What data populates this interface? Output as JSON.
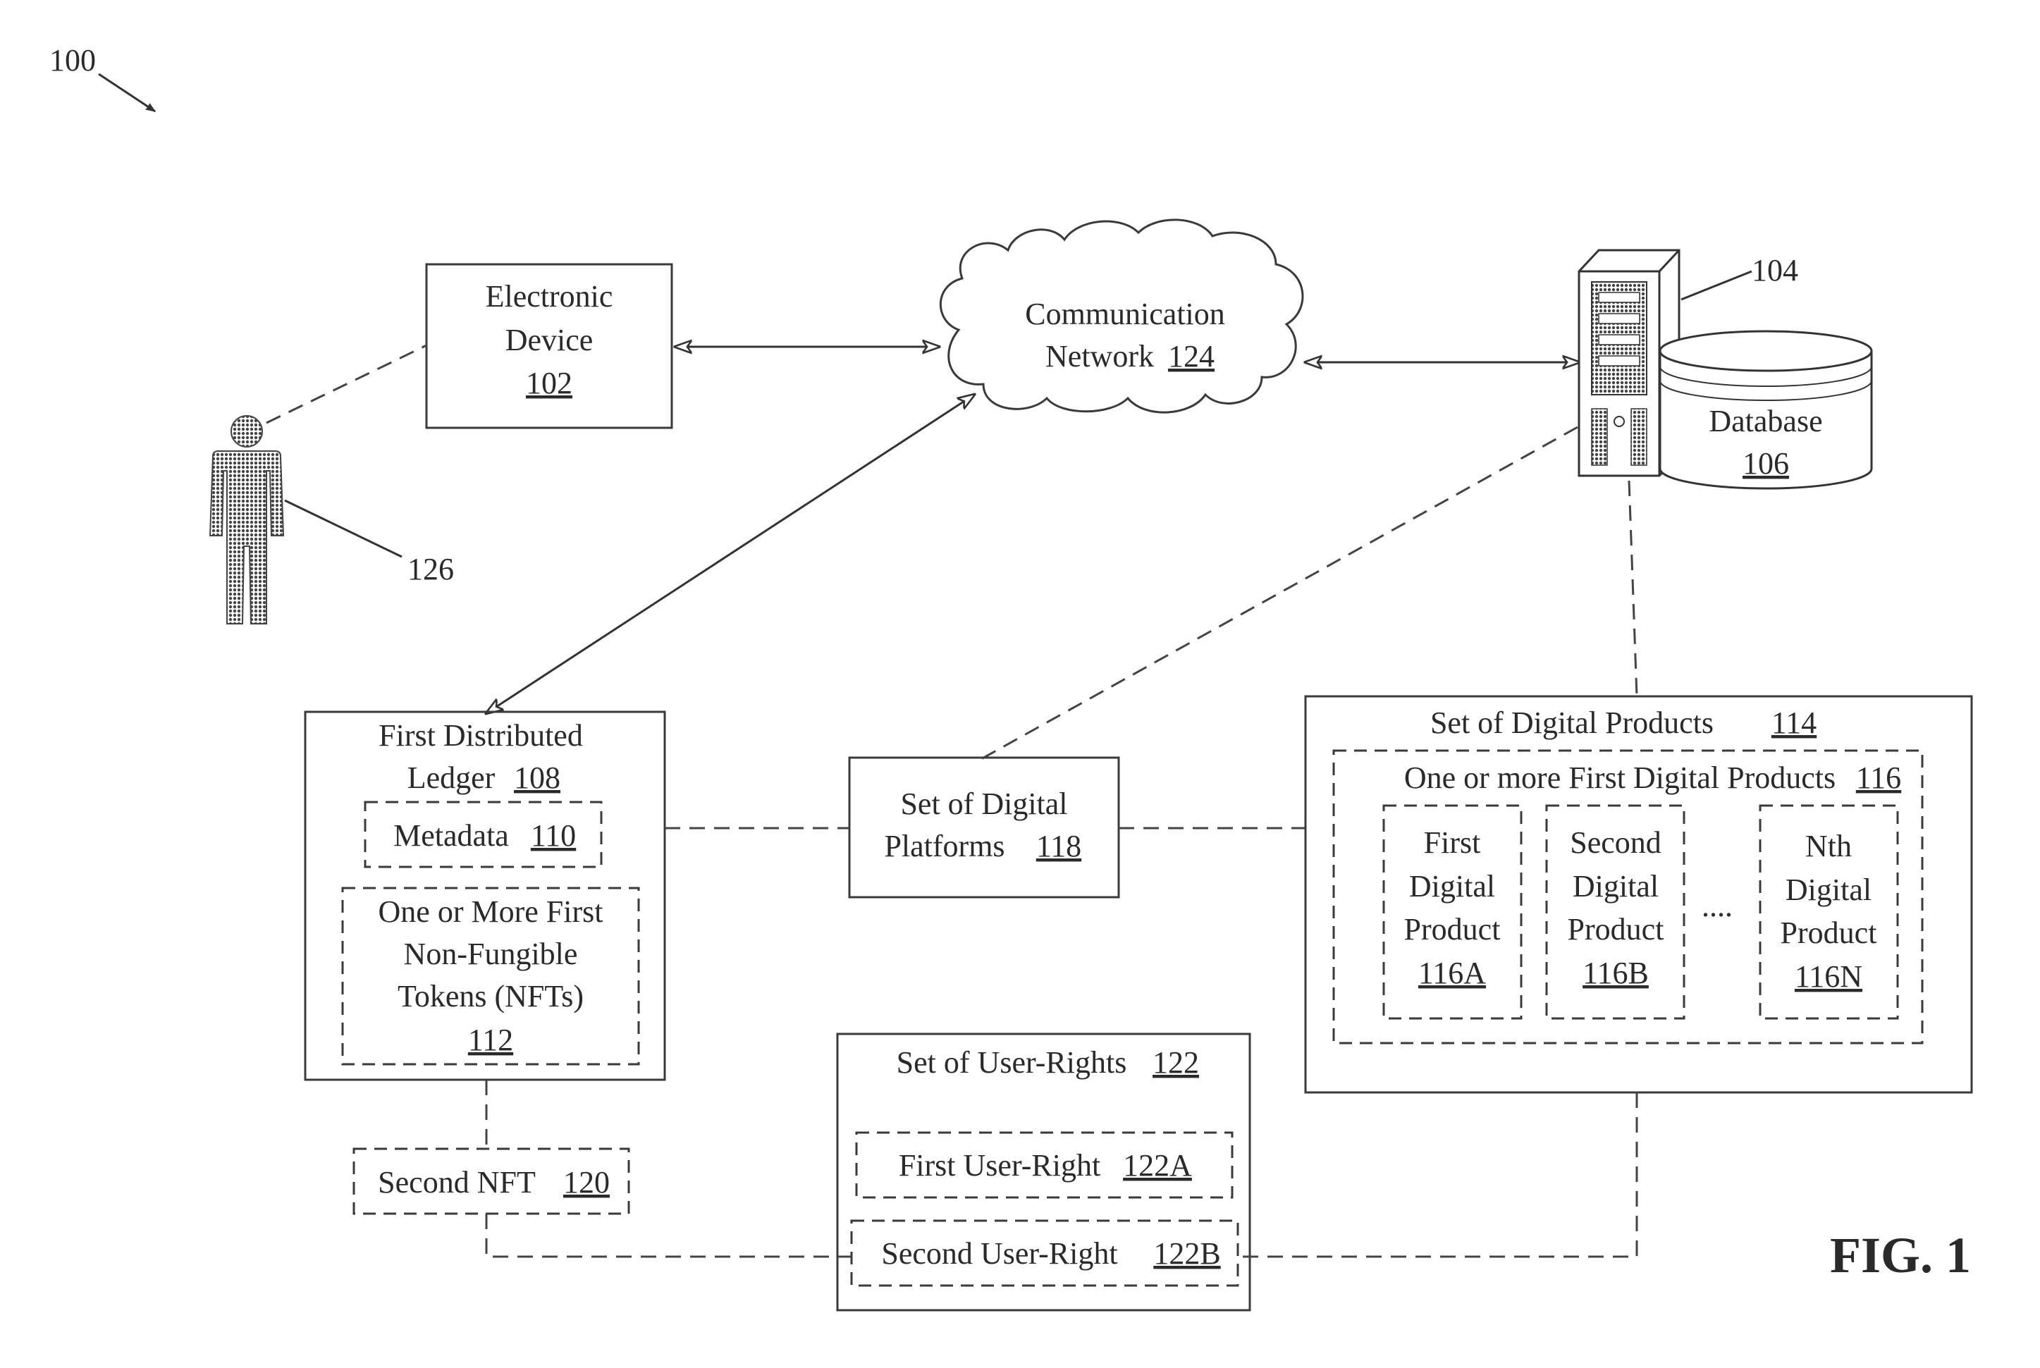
{
  "figure": {
    "ref_100": "100",
    "fig_label": "FIG. 1"
  },
  "electronic_device": {
    "line1": "Electronic",
    "line2": "Device",
    "ref": "102"
  },
  "communication_network": {
    "line1": "Communication",
    "line2": "Network",
    "ref": "124"
  },
  "server": {
    "ref": "104"
  },
  "database": {
    "line1": "Database",
    "ref": "106"
  },
  "user": {
    "ref": "126"
  },
  "first_distributed_ledger": {
    "line1": "First Distributed",
    "line2": "Ledger",
    "ref": "108",
    "metadata": {
      "label": "Metadata",
      "ref": "110"
    },
    "nfts": {
      "line1": "One or More First",
      "line2": "Non-Fungible",
      "line3": "Tokens (NFTs)",
      "ref": "112"
    }
  },
  "digital_platforms": {
    "line1": "Set of Digital",
    "line2": "Platforms",
    "ref": "118"
  },
  "digital_products": {
    "title": "Set of Digital Products",
    "ref": "114",
    "first_group": {
      "title": "One or more First Digital Products",
      "ref": "116"
    },
    "items": [
      {
        "line1": "First",
        "line2": "Digital",
        "line3": "Product",
        "ref": "116A"
      },
      {
        "line1": "Second",
        "line2": "Digital",
        "line3": "Product",
        "ref": "116B"
      },
      {
        "line1": "Nth",
        "line2": "Digital",
        "line3": "Product",
        "ref": "116N"
      }
    ],
    "ellipsis": "...."
  },
  "second_nft": {
    "label": "Second NFT",
    "ref": "120"
  },
  "user_rights": {
    "title": "Set of User-Rights",
    "ref": "122",
    "first": {
      "label": "First User-Right",
      "ref": "122A"
    },
    "second": {
      "label": "Second User-Right",
      "ref": "122B"
    }
  }
}
